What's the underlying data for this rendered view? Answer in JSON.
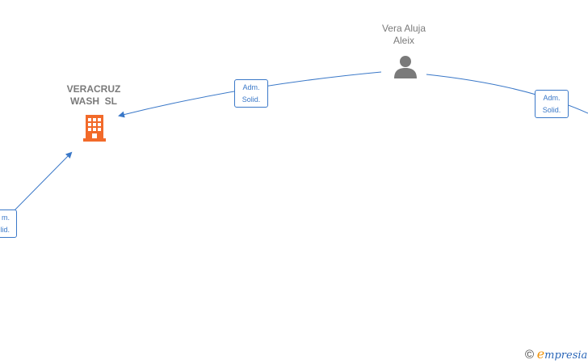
{
  "nodes": {
    "company": {
      "line1": "VERACRUZ",
      "line2": "WASH  SL",
      "icon": "building-icon"
    },
    "person": {
      "line1": "Vera Aluja",
      "line2": "Aleix",
      "icon": "person-icon"
    }
  },
  "edges": [
    {
      "line1": "Adm.",
      "line2": "Solid."
    },
    {
      "line1": "Adm.",
      "line2": "Solid."
    },
    {
      "line1": "m.",
      "line2": "lid."
    }
  ],
  "colors": {
    "edge": "#3a78c8",
    "company_icon": "#f26a2a",
    "person_icon": "#7a7a7a",
    "label_text": "#7a7a7a"
  },
  "branding": {
    "copyright": "©",
    "first_letter": "e",
    "rest": "mpresia"
  }
}
